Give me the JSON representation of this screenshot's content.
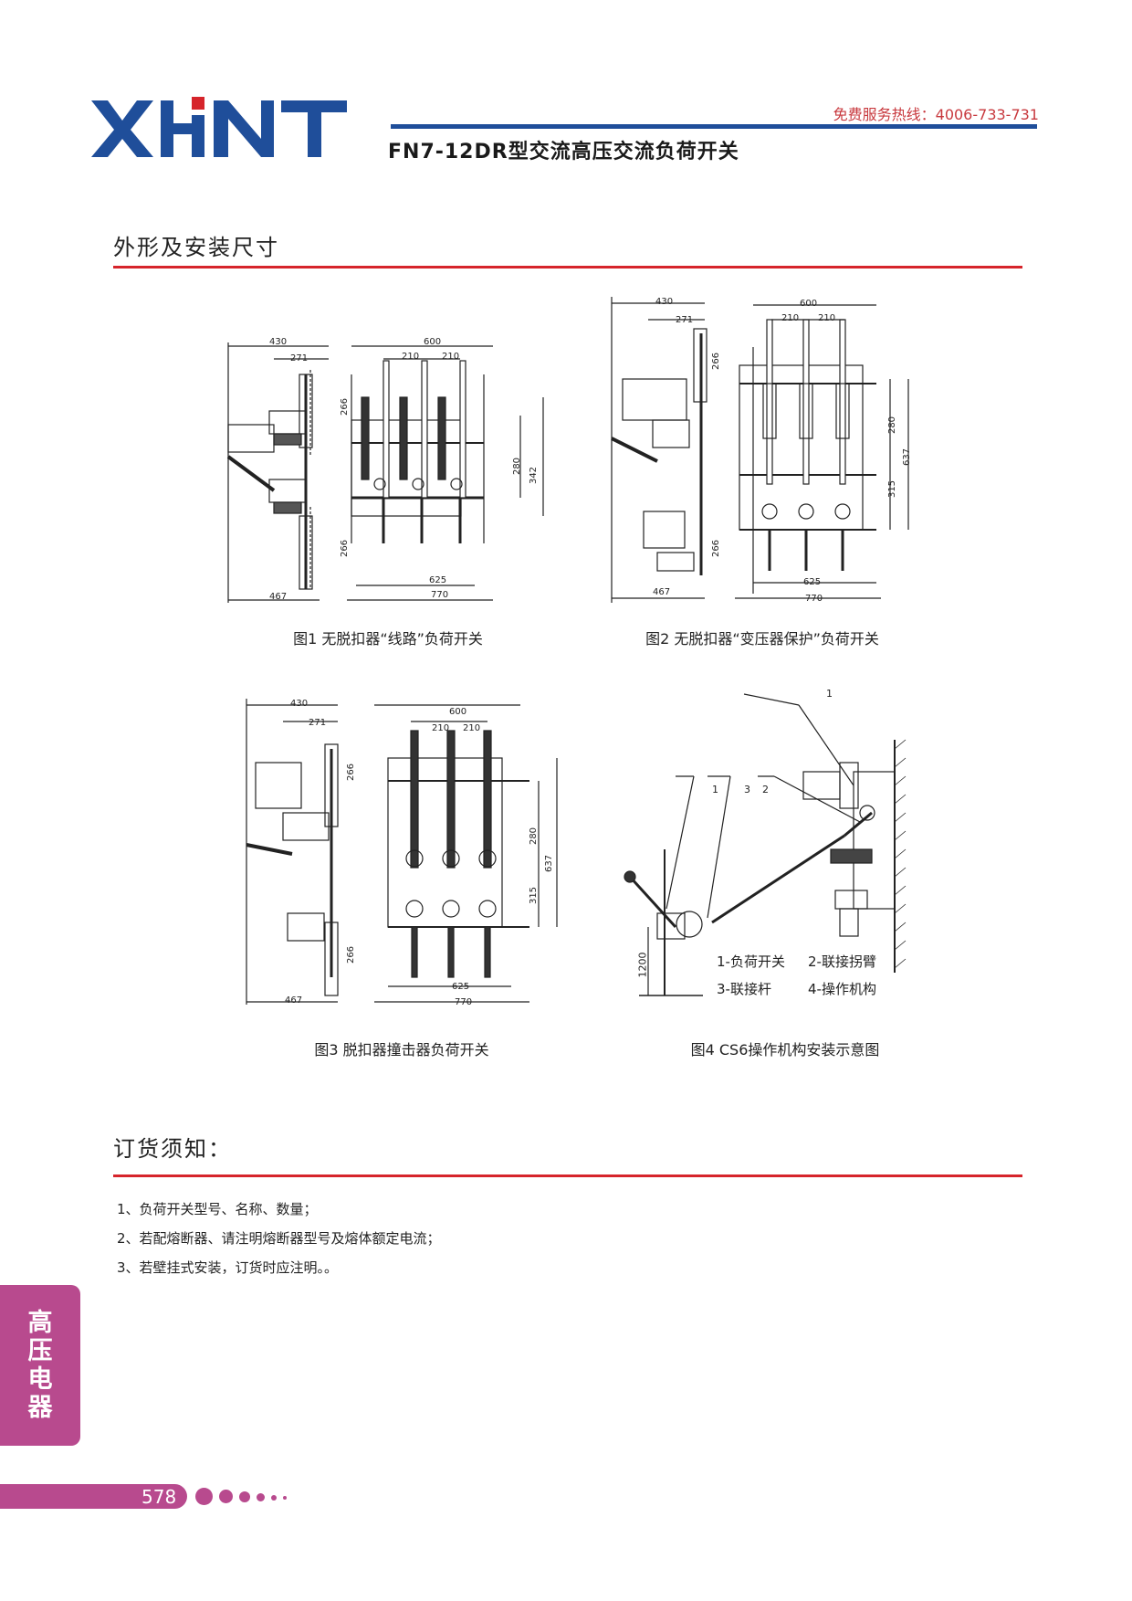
{
  "header": {
    "logo_text": "XHNT",
    "hotline": "免费服务热线：4006-733-731",
    "title": "FN7-12DR型交流高压交流负荷开关"
  },
  "section1": {
    "title": "外形及安装尺寸",
    "figures": [
      {
        "caption": "图1 无脱扣器“线路”负荷开关",
        "dims": [
          "430",
          "271",
          "266",
          "266",
          "467",
          "600",
          "210",
          "210",
          "280",
          "342",
          "625",
          "770"
        ]
      },
      {
        "caption": "图2 无脱扣器“变压器保护”负荷开关",
        "dims": [
          "430",
          "271",
          "266",
          "266",
          "467",
          "600",
          "210",
          "210",
          "280",
          "637",
          "315",
          "625",
          "770"
        ]
      },
      {
        "caption": "图3 脱扣器撞击器负荷开关",
        "dims": [
          "430",
          "271",
          "266",
          "266",
          "467",
          "600",
          "210",
          "210",
          "280",
          "637",
          "315",
          "625",
          "770"
        ]
      },
      {
        "caption": "图4 CS6操作机构安装示意图",
        "callouts": [
          "1",
          "1",
          "3",
          "2"
        ],
        "height_dim": "1200",
        "legend": [
          "1-负荷开关",
          "2-联接拐臂",
          "3-联接杆",
          "4-操作机构"
        ]
      }
    ]
  },
  "section2": {
    "title": "订货须知：",
    "items": [
      "1、负荷开关型号、名称、数量；",
      "2、若配熔断器、请注明熔断器型号及熔体额定电流；",
      "3、若壁挂式安装，订货时应注明。。"
    ]
  },
  "side_tab": {
    "chars": [
      "高",
      "压",
      "电",
      "器"
    ]
  },
  "footer": {
    "page_number": "578"
  },
  "colors": {
    "brand_blue": "#1f4e9a",
    "logo_red": "#d6242b",
    "rule_red": "#d6242b",
    "accent_magenta": "#b84a8e"
  }
}
